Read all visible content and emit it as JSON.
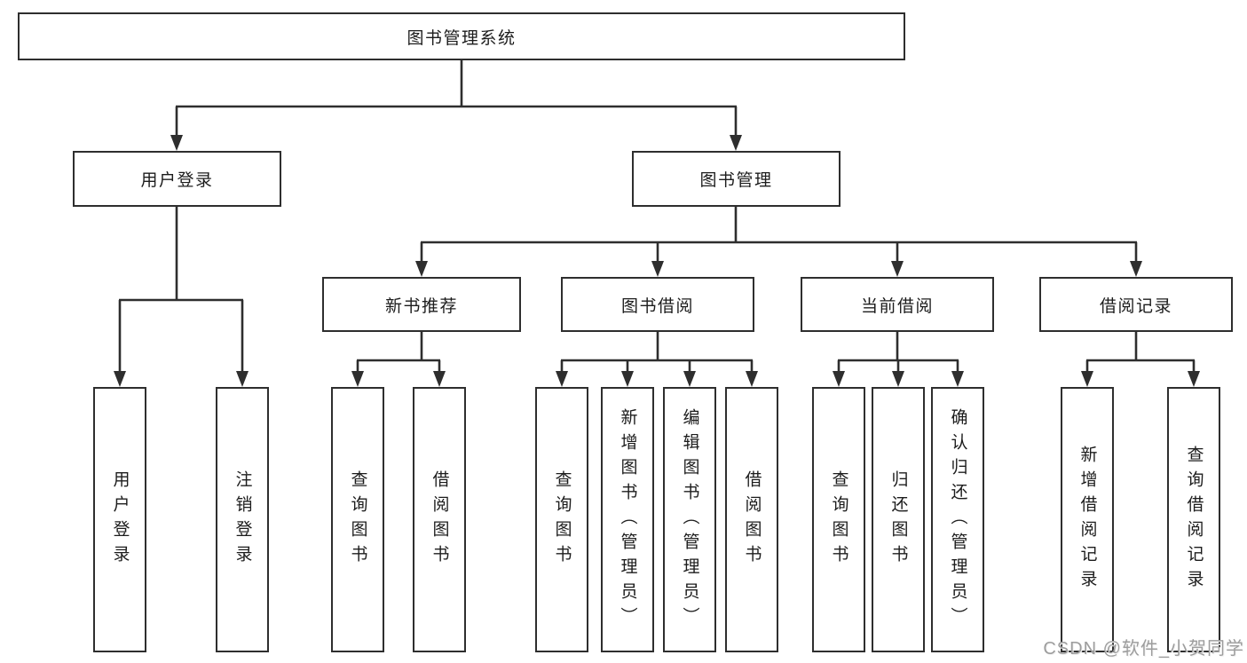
{
  "tree": {
    "root": "图书管理系统",
    "children": [
      {
        "label": "用户登录",
        "children": [
          "用户登录",
          "注销登录"
        ]
      },
      {
        "label": "图书管理",
        "children": [
          {
            "label": "新书推荐",
            "children": [
              "查询图书",
              "借阅图书"
            ]
          },
          {
            "label": "图书借阅",
            "children": [
              "查询图书",
              "新增图书（管理员）",
              "编辑图书（管理员）",
              "借阅图书"
            ]
          },
          {
            "label": "当前借阅",
            "children": [
              "查询图书",
              "归还图书",
              "确认归还（管理员）"
            ]
          },
          {
            "label": "借阅记录",
            "children": [
              "新增借阅记录",
              "查询借阅记录"
            ]
          }
        ]
      }
    ]
  },
  "watermark": "CSDN @软件_小贺同学",
  "colors": {
    "line": "#2e2e2e",
    "box_border": "#2e2e2e",
    "text": "#1c1c1c",
    "watermark": "#9d9d9d",
    "background": "#ffffff"
  }
}
